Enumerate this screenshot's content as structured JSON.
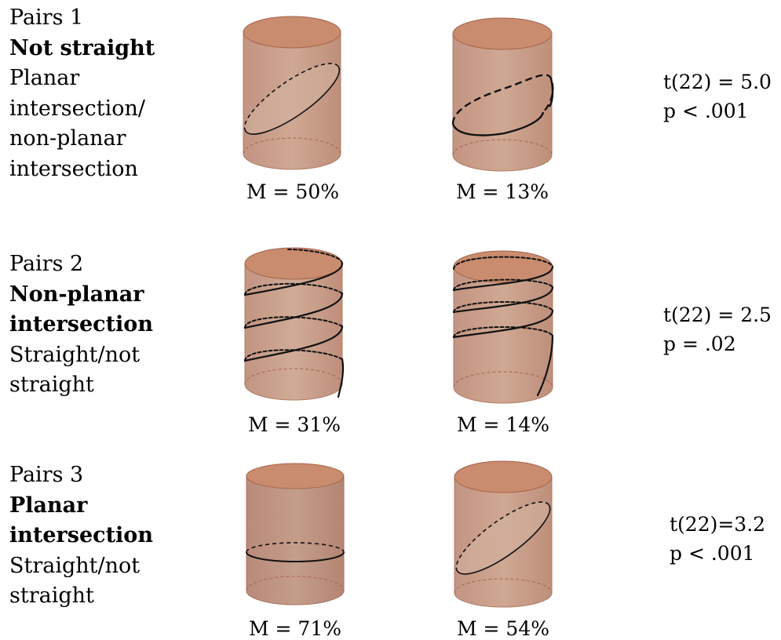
{
  "pairs": [
    {
      "lines": [
        {
          "text": "Pairs 1",
          "bold": false
        },
        {
          "text": "Not straight",
          "bold": true
        },
        {
          "text": "Planar",
          "bold": false
        },
        {
          "text": "intersection/",
          "bold": false
        },
        {
          "text": "non-planar",
          "bold": false
        },
        {
          "text": "intersection",
          "bold": false
        }
      ],
      "left_mean": "M = 50%",
      "right_mean": "M = 13%",
      "stat_t": "t(22) = 5.0",
      "stat_p": "p < .001"
    },
    {
      "lines": [
        {
          "text": "Pairs 2",
          "bold": false
        },
        {
          "text": "Non-planar",
          "bold": true
        },
        {
          "text": "intersection",
          "bold": true
        },
        {
          "text": "Straight/not",
          "bold": false
        },
        {
          "text": "straight",
          "bold": false
        }
      ],
      "left_mean": "M = 31%",
      "right_mean": "M = 14%",
      "stat_t": "t(22) = 2.5",
      "stat_p": "p = .02"
    },
    {
      "lines": [
        {
          "text": "Pairs 3",
          "bold": false
        },
        {
          "text": "Planar",
          "bold": true
        },
        {
          "text": "intersection",
          "bold": true
        },
        {
          "text": "Straight/not",
          "bold": false
        },
        {
          "text": "straight",
          "bold": false
        }
      ],
      "left_mean": "M = 71%",
      "right_mean": "M = 54%",
      "stat_t": "t(22)=3.2",
      "stat_p": "p < .001"
    }
  ],
  "colors": {
    "cylinder_body": "#c9a08c",
    "cylinder_top": "#c98c6f",
    "cylinder_edge": "#a56a50",
    "curve": "#111111"
  }
}
